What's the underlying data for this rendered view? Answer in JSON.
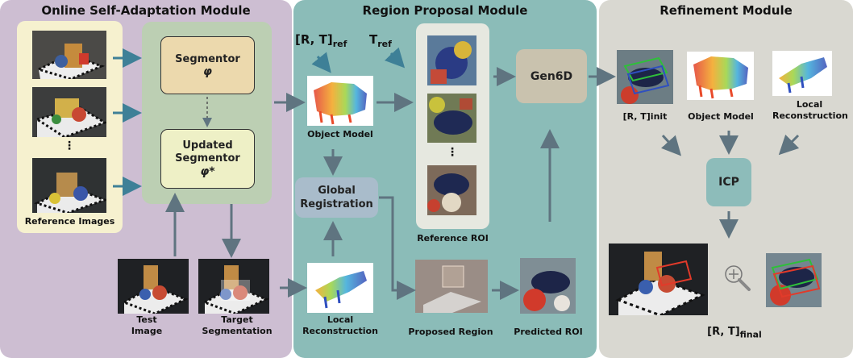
{
  "panels": {
    "adaptation_title": "Online Self-Adaptation Module",
    "region_title": "Region Proposal Module",
    "refinement_title": "Refinement Module"
  },
  "adaptation": {
    "segmentor_label": "Segmentor",
    "segmentor_symbol": "φ",
    "updated_line1": "Updated",
    "updated_line2": "Segmentor",
    "updated_symbol": "φ*",
    "reference_images_label": "Reference Images",
    "ellipsis": "⋮",
    "test_image_label": "Test Image",
    "target_segmentation_label": "Target Segmentation"
  },
  "region": {
    "rt_ref_label": "[R, T]",
    "rt_ref_sub": "ref",
    "t_ref_label": "T",
    "t_ref_sub": "ref",
    "object_model_label": "Object Model",
    "global_registration_label": "Global Registration",
    "local_reconstruction_label": "Local Reconstruction",
    "reference_roi_label": "Reference ROI",
    "ellipsis": "⋮",
    "gen6d_label": "Gen6D",
    "proposed_region_label": "Proposed Region",
    "predicted_roi_label": "Predicted ROI"
  },
  "refinement": {
    "rt_init_label": "[R, T]init",
    "object_model_label": "Object Model",
    "local_reconstruction_label": "Local Reconstruction",
    "icp_label": "ICP",
    "rt_final_label": "[R, T]",
    "rt_final_sub": "final"
  },
  "colors": {
    "adaptation_bg": "#cdbed2",
    "region_bg": "#8bbcb8",
    "refinement_bg": "#d9d8d1",
    "reference_frame": "#f6f1cf",
    "segmentor_fill": "#ecd9ad",
    "updated_fill": "#eef0c6",
    "inner_green": "#bccfb3",
    "global_reg_fill": "#a9bccb",
    "gen6d_fill": "#c9c2ae",
    "icp_fill": "#8dbcba",
    "arrow": "#5f7480",
    "arrow_blue": "#3e8097"
  }
}
